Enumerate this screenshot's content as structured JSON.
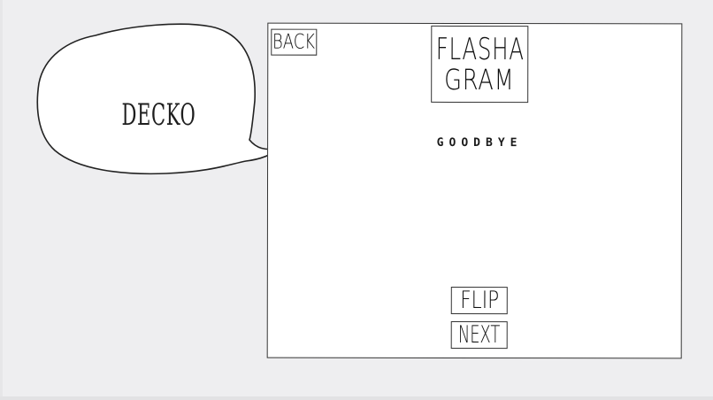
{
  "bubble": {
    "label": "DECKO"
  },
  "panel": {
    "back_label": "BACK",
    "logo": {
      "line1": "FLASHA",
      "line2": "GRAM"
    },
    "card_text": "GOODBYE",
    "flip_label": "FLIP",
    "next_label": "NEXT"
  },
  "colors": {
    "background": "#eeeef0",
    "panel": "#ffffff",
    "stroke": "#333333",
    "text": "#111111"
  }
}
